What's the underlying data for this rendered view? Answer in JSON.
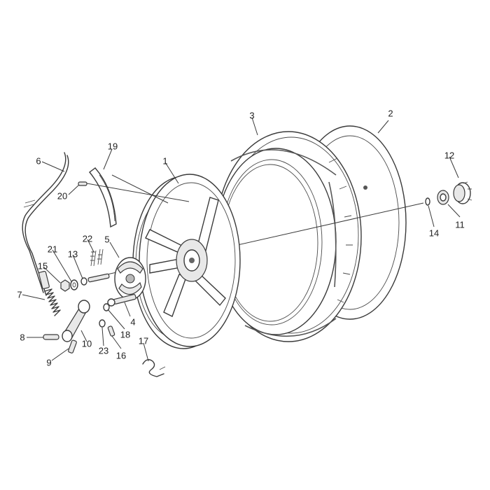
{
  "diagram": {
    "callouts": [
      {
        "id": "c1",
        "text": "1"
      },
      {
        "id": "c2",
        "text": "2"
      },
      {
        "id": "c3",
        "text": "3"
      },
      {
        "id": "c4",
        "text": "4"
      },
      {
        "id": "c5",
        "text": "5"
      },
      {
        "id": "c6",
        "text": "6"
      },
      {
        "id": "c7",
        "text": "7"
      },
      {
        "id": "c8",
        "text": "8"
      },
      {
        "id": "c9",
        "text": "9"
      },
      {
        "id": "c10",
        "text": "10"
      },
      {
        "id": "c11",
        "text": "11"
      },
      {
        "id": "c12",
        "text": "12"
      },
      {
        "id": "c13",
        "text": "13"
      },
      {
        "id": "c14",
        "text": "14"
      },
      {
        "id": "c15",
        "text": "15"
      },
      {
        "id": "c16",
        "text": "16"
      },
      {
        "id": "c17",
        "text": "17"
      },
      {
        "id": "c18",
        "text": "18"
      },
      {
        "id": "c19",
        "text": "19"
      },
      {
        "id": "c20",
        "text": "20"
      },
      {
        "id": "c21",
        "text": "21"
      },
      {
        "id": "c22",
        "text": "22"
      },
      {
        "id": "c23",
        "text": "23"
      }
    ],
    "colors": {
      "line": "#3a3a3a",
      "background": "#ffffff"
    }
  }
}
